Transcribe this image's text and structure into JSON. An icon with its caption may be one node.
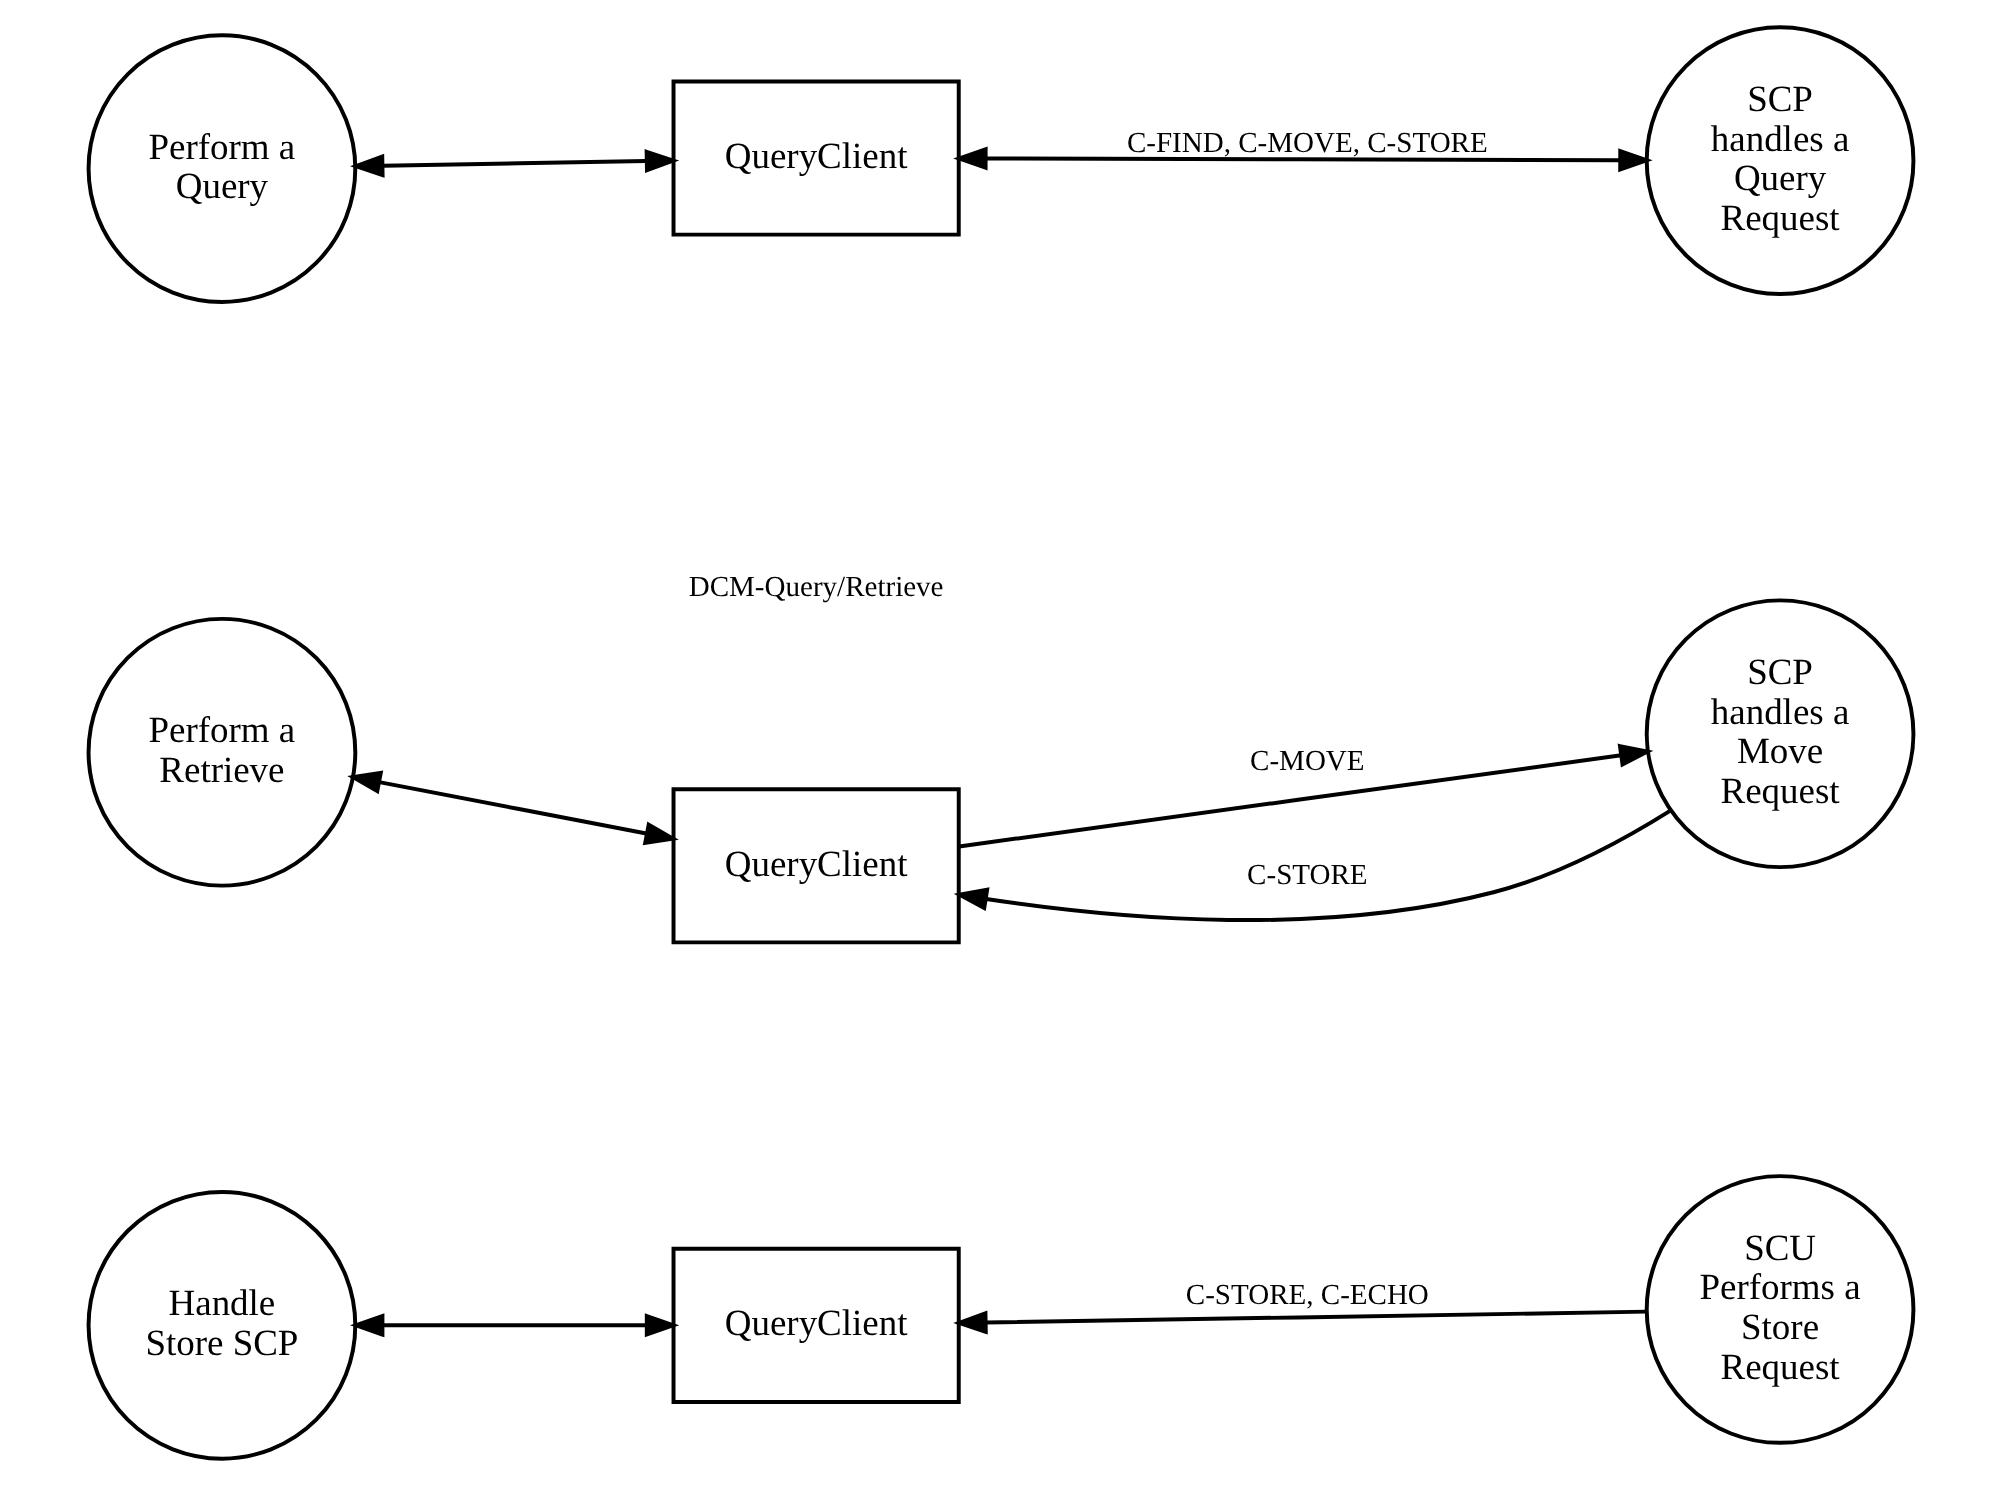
{
  "diagram": {
    "nodes": [
      {
        "text": [
          "Perform a Query"
        ]
      },
      {
        "text": [
          "QueryClient"
        ]
      },
      {
        "text": [
          "SCP handles a Query Request"
        ]
      },
      {
        "text": [
          "Perform a Retrieve"
        ]
      },
      {
        "text": [
          "QueryClient"
        ]
      },
      {
        "text": [
          "SCP handles a Move Request"
        ]
      },
      {
        "text": [
          "Handle Store SCP"
        ]
      },
      {
        "text": [
          "QueryClient"
        ]
      },
      {
        "text": [
          "SCU Performs a Store Request"
        ]
      }
    ],
    "edges": [
      {
        "from": 0,
        "to": 1,
        "arrow": "both"
      },
      {
        "from": 1,
        "to": 2,
        "arrow": "both",
        "label": "C-FIND, C-MOVE, C-STORE"
      },
      {
        "from": 3,
        "to": 4,
        "arrow": "both"
      },
      {
        "from": 4,
        "to": 5,
        "arrow": "to",
        "label": "C-MOVE"
      },
      {
        "from": 5,
        "to": 4,
        "arrow": "to",
        "label": "C-STORE"
      },
      {
        "from": 6,
        "to": 7,
        "arrow": "both"
      },
      {
        "from": 8,
        "to": 7,
        "arrow": "to",
        "label": "C-STORE, C-ECHO"
      }
    ],
    "labels": [
      "DCM-Query/Retrieve"
    ]
  }
}
